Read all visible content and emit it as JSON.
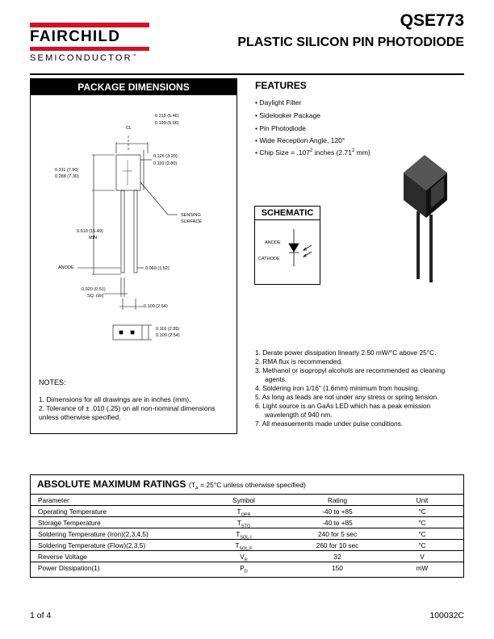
{
  "header": {
    "brand": "FAIRCHILD",
    "brand_sub": "SEMICONDUCTOR",
    "trademark": "™",
    "part_number": "QSE773",
    "title": "PLASTIC SILICON PIN PHOTODIODE"
  },
  "package": {
    "title": "PACKAGE DIMENSIONS",
    "dims": {
      "width_max": "0.215 (5.46)",
      "width_min": "0.199 (5.06)",
      "cl": "CL",
      "body_w_max": "0.126 (3.20)",
      "body_w_min": "0.110 (2.80)",
      "height_max": "0.311 (7.90)",
      "height_min": "0.288 (7.30)",
      "sensing1": "SENSING",
      "sensing2": "SURFACE",
      "lead_len": "0.610 (15.49)",
      "lead_min": "MIN",
      "anode": "ANODE",
      "lead_off": "0.060 (1.52)",
      "lead_sq1": "0.020 (0.51)",
      "lead_sq2": "SQ. (2x)",
      "pitch": "0.100 (2.54)",
      "foot_max": "0.116 (2.95)",
      "foot_min": "0.100 (2.54)"
    },
    "notes_heading": "NOTES:",
    "notes": [
      "1. Dimensions for all drawings are in inches (mm).",
      "2. Tolerance of ± .010 (.25) on all non-nominal dimensions",
      "unless otherwise specified."
    ]
  },
  "features": {
    "heading": "FEATURES",
    "items": [
      "• Daylight Filter",
      "• Sidelooker Package",
      "• Pin Photodiode",
      "• Wide Reception Angle, 120°"
    ],
    "chip_size": {
      "prefix": "• Chip Size = .107",
      "exp1": "2",
      "mid": " inches (2.71",
      "exp2": "2",
      "suffix": " mm)"
    }
  },
  "schematic": {
    "title": "SCHEMATIC",
    "anode": "ANODE",
    "cathode": "CATHODE"
  },
  "notes_right": [
    "1. Derate power dissipation linearly 2.50 mW/°C above 25°C.",
    "2. RMA flux is recommended.",
    "3. Methanol or isopropyl alcohols are recommended as cleaning",
    "agents.",
    "4. Soldering iron 1/16\" (1.6mm) minimum from housing.",
    "5. As long as leads are not under any stress or spring tension.",
    "6. Light source is an GaAs LED which has a peak emission",
    "wavelength of 940 nm.",
    "7. All measuements made under pulse conditions."
  ],
  "ratings": {
    "title": "ABSOLUTE MAXIMUM RATINGS",
    "cond_open": "(T",
    "cond_sub": "A",
    "cond_rest": " = 25°C unless otherwise specified)",
    "headers": [
      "Parameter",
      "Symbol",
      "Rating",
      "Unit"
    ],
    "rows": [
      {
        "param": "Operating Temperature",
        "sym": "T",
        "sub": "OPR",
        "rating": "-40 to +85",
        "unit": "°C"
      },
      {
        "param": "Storage Temperature",
        "sym": "T",
        "sub": "STG",
        "rating": "-40 to +85",
        "unit": "°C"
      },
      {
        "param": "Soldering Temperature (Iron)(2,3,4,5)",
        "sym": "T",
        "sub": "SOL-I",
        "rating": "240 for 5 sec",
        "unit": "°C"
      },
      {
        "param": "Soldering Temperature (Flow)(2,3,5)",
        "sym": "T",
        "sub": "SOL-F",
        "rating": "260 for 10 sec",
        "unit": "°C"
      },
      {
        "param": "Reverse Voltage",
        "sym": "V",
        "sub": "R",
        "rating": "32",
        "unit": "V"
      },
      {
        "param": "Power Dissipation(1)",
        "sym": "P",
        "sub": "D",
        "rating": "150",
        "unit": "mW"
      }
    ]
  },
  "footer": {
    "page": "1 of 4",
    "doc_number": "100032C"
  }
}
